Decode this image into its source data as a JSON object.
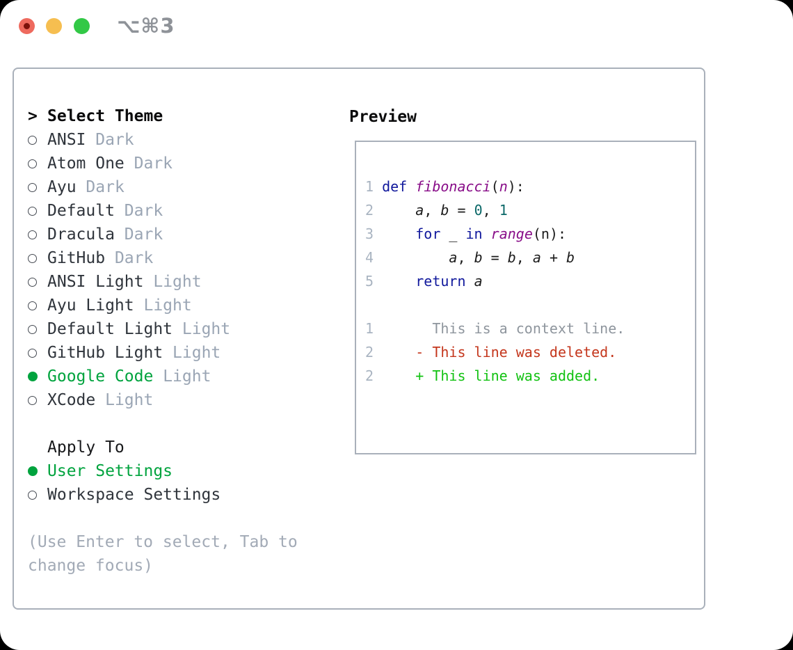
{
  "window": {
    "title": "⌥⌘3"
  },
  "colors": {
    "accent_green": "#00a33e",
    "added_green": "#12c212",
    "deleted_red": "#c4361c",
    "context_gray": "#8e959d",
    "keyword_blue": "#10189c",
    "function_purple": "#880d88",
    "number_teal": "#0b6868",
    "variant_gray": "#9aa5b4",
    "panel_border": "#a9b0ba"
  },
  "left": {
    "header_marker": ">",
    "header": "Select Theme",
    "themes": [
      {
        "name": "ANSI",
        "variant": "Dark",
        "selected": false
      },
      {
        "name": "Atom One",
        "variant": "Dark",
        "selected": false
      },
      {
        "name": "Ayu",
        "variant": "Dark",
        "selected": false
      },
      {
        "name": "Default",
        "variant": "Dark",
        "selected": false
      },
      {
        "name": "Dracula",
        "variant": "Dark",
        "selected": false
      },
      {
        "name": "GitHub",
        "variant": "Dark",
        "selected": false
      },
      {
        "name": "ANSI Light",
        "variant": "Light",
        "selected": false
      },
      {
        "name": "Ayu Light",
        "variant": "Light",
        "selected": false
      },
      {
        "name": "Default Light",
        "variant": "Light",
        "selected": false
      },
      {
        "name": "GitHub Light",
        "variant": "Light",
        "selected": false
      },
      {
        "name": "Google Code",
        "variant": "Light",
        "selected": true
      },
      {
        "name": "XCode",
        "variant": "Light",
        "selected": false
      }
    ],
    "apply_to": {
      "header": "Apply To",
      "options": [
        {
          "label": "User Settings",
          "selected": true
        },
        {
          "label": "Workspace Settings",
          "selected": false
        }
      ]
    },
    "hint_lines": [
      "(Use Enter to select, Tab to",
      "change focus)"
    ]
  },
  "preview": {
    "title": "Preview",
    "code_lines": [
      {
        "num": "1",
        "indent": "",
        "tokens": [
          {
            "t": "def",
            "c": "kw"
          },
          {
            "t": " ",
            "c": "pl"
          },
          {
            "t": "fibonacci",
            "c": "fn",
            "i": true
          },
          {
            "t": "(",
            "c": "pl"
          },
          {
            "t": "n",
            "c": "fn",
            "i": true
          },
          {
            "t": "):",
            "c": "pl"
          }
        ]
      },
      {
        "num": "2",
        "indent": "    ",
        "tokens": [
          {
            "t": "a",
            "c": "pl",
            "i": true
          },
          {
            "t": ", ",
            "c": "pl"
          },
          {
            "t": "b",
            "c": "pl",
            "i": true
          },
          {
            "t": " = ",
            "c": "pl"
          },
          {
            "t": "0",
            "c": "num"
          },
          {
            "t": ", ",
            "c": "pl"
          },
          {
            "t": "1",
            "c": "num"
          }
        ]
      },
      {
        "num": "3",
        "indent": "    ",
        "tokens": [
          {
            "t": "for",
            "c": "kw"
          },
          {
            "t": " _ ",
            "c": "pl"
          },
          {
            "t": "in",
            "c": "kw"
          },
          {
            "t": " ",
            "c": "pl"
          },
          {
            "t": "range",
            "c": "fn",
            "i": true
          },
          {
            "t": "(n):",
            "c": "pl"
          }
        ]
      },
      {
        "num": "4",
        "indent": "        ",
        "tokens": [
          {
            "t": "a",
            "c": "pl",
            "i": true
          },
          {
            "t": ", ",
            "c": "pl"
          },
          {
            "t": "b",
            "c": "pl",
            "i": true
          },
          {
            "t": " = ",
            "c": "pl"
          },
          {
            "t": "b",
            "c": "pl",
            "i": true
          },
          {
            "t": ", ",
            "c": "pl"
          },
          {
            "t": "a",
            "c": "pl",
            "i": true
          },
          {
            "t": " + ",
            "c": "pl"
          },
          {
            "t": "b",
            "c": "pl",
            "i": true
          }
        ]
      },
      {
        "num": "5",
        "indent": "    ",
        "tokens": [
          {
            "t": "return",
            "c": "kw"
          },
          {
            "t": " ",
            "c": "pl"
          },
          {
            "t": "a",
            "c": "pl",
            "i": true
          }
        ]
      }
    ],
    "diff_lines": [
      {
        "num": "1",
        "gap": "       ",
        "marker": "",
        "text": "This is a context line.",
        "kind": "context"
      },
      {
        "num": "2",
        "gap": "     ",
        "marker": "- ",
        "text": "This line was deleted.",
        "kind": "deleted"
      },
      {
        "num": "2",
        "gap": "     ",
        "marker": "+ ",
        "text": "This line was added.",
        "kind": "added"
      }
    ]
  }
}
